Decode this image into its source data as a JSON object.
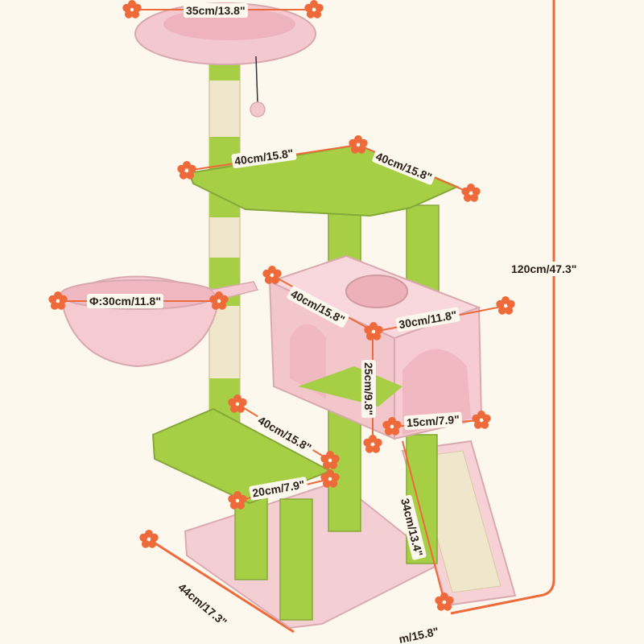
{
  "colors": {
    "background": "#fdf8ee",
    "accent_orange": "#ee6a3a",
    "plush_green": "#a7cf45",
    "plush_pink": "#f2c9cf",
    "sisal": "#efe6cc"
  },
  "icons": [
    "flower-marker-icon"
  ],
  "measurements": {
    "top_bed_width": "35cm/13.8\"",
    "upper_platform_side_a": "40cm/15.8\"",
    "upper_platform_side_b": "40cm/15.8\"",
    "total_height": "120cm/47.3\"",
    "hammock_diameter": "Φ:30cm/11.8\"",
    "condo_depth": "40cm/15.8\"",
    "condo_width": "30cm/11.8\"",
    "condo_height": "25cm/9.8\"",
    "lower_platform_length": "40cm/15.8\"",
    "lower_platform_width": "20cm/7.9\"",
    "ramp_width": "15cm/7.9\"",
    "ramp_length": "34cm/13.4\"",
    "base_depth": "44cm/17.3\"",
    "base_width": "m/15.8\""
  }
}
